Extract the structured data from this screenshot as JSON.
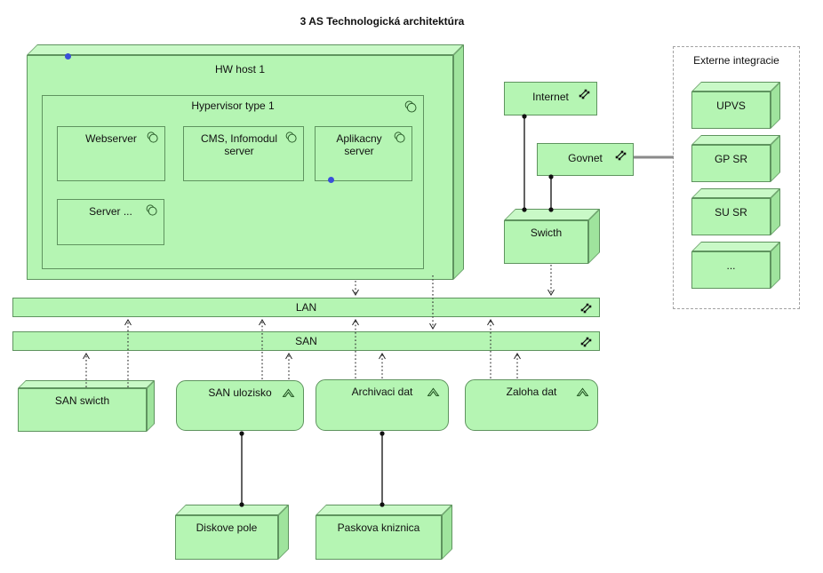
{
  "title": "3 AS Technologická architektúra",
  "nodes": {
    "hw_host": "HW host 1",
    "hypervisor": "Hypervisor type 1",
    "webserver": "Webserver",
    "cms": "CMS, Infomodul server",
    "aplikacny": "Aplikacny server",
    "server_etc": "Server ...",
    "internet": "Internet",
    "govnet": "Govnet",
    "switch": "Swicth",
    "lan": "LAN",
    "san": "SAN",
    "san_switch": "SAN swicth",
    "san_ulozisko": "SAN ulozisko",
    "archivaci": "Archivaci dat",
    "zaloha": "Zaloha dat",
    "diskove": "Diskove pole",
    "paskova": "Paskova kniznica"
  },
  "externe": {
    "title": "Externe integracie",
    "items": [
      "UPVS",
      "GP SR",
      "SU SR",
      "..."
    ]
  },
  "edges": [
    "Internet — Swicth",
    "Govnet — Swicth",
    "Govnet — Externe integracie",
    "HW host 1 ..> LAN",
    "HW host 1 ..> SAN",
    "Swicth ..> LAN",
    "SAN swicth ..> SAN",
    "SAN swicth ..> LAN",
    "SAN ulozisko ..> LAN",
    "SAN ulozisko ..> SAN",
    "Archivaci dat ..> LAN",
    "Archivaci dat ..> SAN",
    "Zaloha dat ..> LAN",
    "Zaloha dat ..> SAN",
    "SAN ulozisko — Diskove pole",
    "Archivaci dat — Paskova kniznica"
  ],
  "colors": {
    "fill": "#b5f5b3",
    "fill_top": "#c9f9c7",
    "fill_side": "#9fe49d",
    "border": "#5f945f",
    "dash_border": "#a3a3a3",
    "line": "#1f1f1f",
    "gray_line": "#8a8a8a",
    "blue_dot": "#3a50d9",
    "text": "#111111"
  }
}
